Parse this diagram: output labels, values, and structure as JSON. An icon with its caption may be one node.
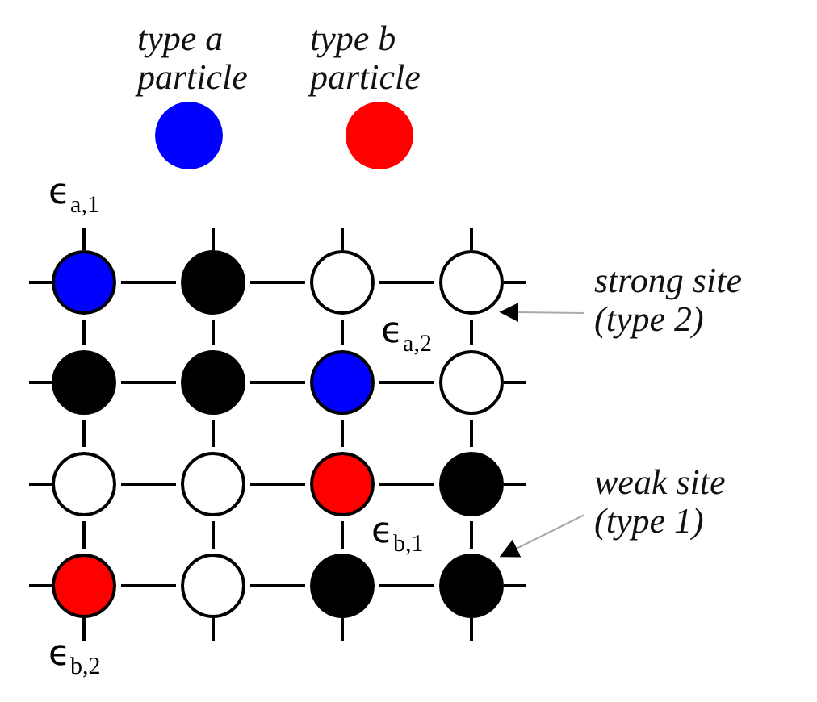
{
  "diagram": {
    "nodes": [
      {
        "text": [],
        "shape": "circle"
      },
      {
        "text": [],
        "shape": "circle"
      },
      {
        "text": [],
        "shape": "circle"
      },
      {
        "text": [],
        "shape": "circle"
      },
      {
        "text": [],
        "shape": "circle"
      },
      {
        "text": [],
        "shape": "circle"
      },
      {
        "text": [],
        "shape": "circle"
      },
      {
        "text": [],
        "shape": "circle"
      },
      {
        "text": [],
        "shape": "circle"
      },
      {
        "text": [],
        "shape": "circle"
      },
      {
        "text": [],
        "shape": "circle"
      },
      {
        "text": [],
        "shape": "circle"
      },
      {
        "text": [],
        "shape": "circle"
      },
      {
        "text": [],
        "shape": "circle"
      },
      {
        "text": [],
        "shape": "circle"
      },
      {
        "text": [],
        "shape": "circle"
      },
      {
        "text": [
          "strong site (type 2)"
        ]
      },
      {
        "text": [
          "weak site (type 1)"
        ]
      }
    ],
    "edges": [
      {
        "from": 0,
        "to": 1,
        "arrow": "none"
      },
      {
        "from": 1,
        "to": 2,
        "arrow": "none"
      },
      {
        "from": 2,
        "to": 3,
        "arrow": "none"
      },
      {
        "from": 4,
        "to": 5,
        "arrow": "none"
      },
      {
        "from": 5,
        "to": 6,
        "arrow": "none"
      },
      {
        "from": 6,
        "to": 7,
        "arrow": "none"
      },
      {
        "from": 8,
        "to": 9,
        "arrow": "none"
      },
      {
        "from": 9,
        "to": 10,
        "arrow": "none"
      },
      {
        "from": 10,
        "to": 11,
        "arrow": "none"
      },
      {
        "from": 12,
        "to": 13,
        "arrow": "none"
      },
      {
        "from": 13,
        "to": 14,
        "arrow": "none"
      },
      {
        "from": 14,
        "to": 15,
        "arrow": "none"
      },
      {
        "from": 0,
        "to": 4,
        "arrow": "none"
      },
      {
        "from": 4,
        "to": 8,
        "arrow": "none"
      },
      {
        "from": 8,
        "to": 12,
        "arrow": "none"
      },
      {
        "from": 1,
        "to": 5,
        "arrow": "none"
      },
      {
        "from": 5,
        "to": 9,
        "arrow": "none"
      },
      {
        "from": 9,
        "to": 13,
        "arrow": "none"
      },
      {
        "from": 2,
        "to": 6,
        "arrow": "none"
      },
      {
        "from": 6,
        "to": 10,
        "arrow": "none"
      },
      {
        "from": 10,
        "to": 14,
        "arrow": "none"
      },
      {
        "from": 3,
        "to": 7,
        "arrow": "none"
      },
      {
        "from": 7,
        "to": 11,
        "arrow": "none"
      },
      {
        "from": 11,
        "to": 15,
        "arrow": "none"
      },
      {
        "from": 16,
        "to": 3,
        "arrow": "to",
        "color": "#aaaaaa"
      },
      {
        "from": 17,
        "to": 15,
        "arrow": "to",
        "color": "#aaaaaa"
      }
    ],
    "labels": [
      "ϵ$_{a,1}$",
      "ϵ$_{a,2}$",
      "ϵ$_{b,1}$",
      "ϵ$_{b,2}$"
    ],
    "legend": [
      {
        "text": "type a particle",
        "color": "#0000ff"
      },
      {
        "text": "type b particle",
        "color": "#ff0000"
      }
    ]
  }
}
